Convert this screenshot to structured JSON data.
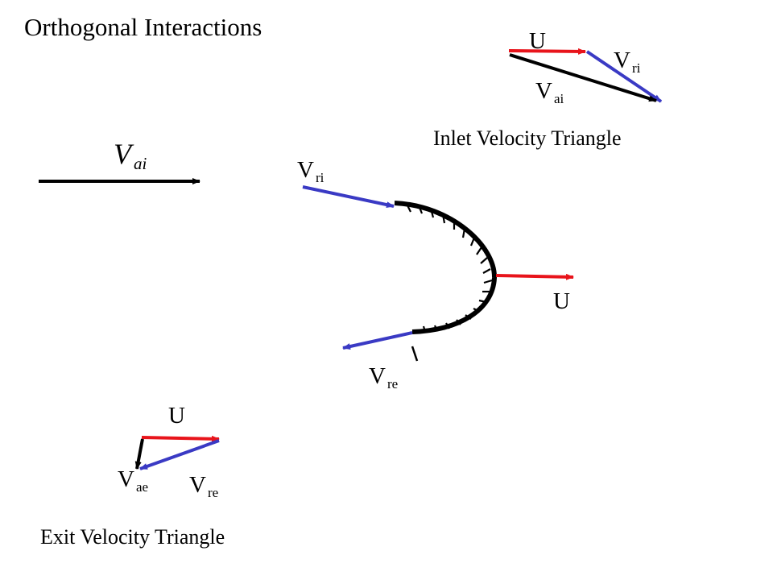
{
  "title": "Orthogonal Interactions",
  "colors": {
    "u_arrow": "#e8141b",
    "relative_arrow": "#3a3ac4",
    "absolute_arrow": "#000000"
  },
  "inlet_triangle": {
    "caption": "Inlet Velocity Triangle",
    "u_label": "U",
    "vri_main": "V",
    "vri_sub": "ri",
    "vai_main": "V",
    "vai_sub": "ai"
  },
  "upstream": {
    "vai_main": "V",
    "vai_sub": "ai"
  },
  "blade": {
    "vri_main": "V",
    "vri_sub": "ri",
    "u_label": "U",
    "vre_main": "V",
    "vre_sub": "re"
  },
  "exit_triangle": {
    "caption": "Exit Velocity Triangle",
    "u_label": "U",
    "vae_main": "V",
    "vae_sub": "ae",
    "vre_main": "V",
    "vre_sub": "re"
  }
}
